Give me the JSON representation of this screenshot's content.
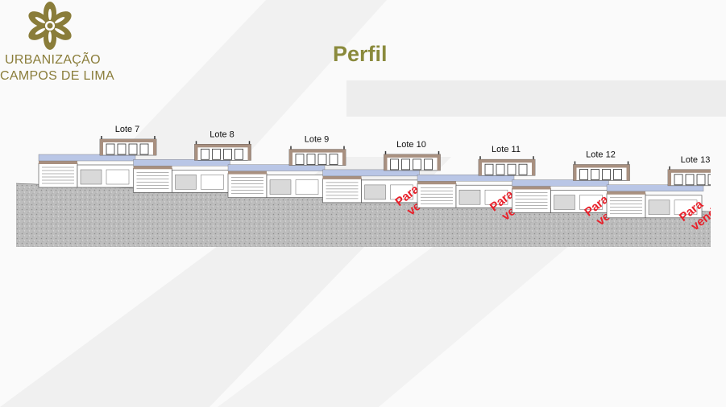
{
  "logo": {
    "line1": "URBANIZAÇÃO",
    "line2": "CAMPOS DE LIMA",
    "color": "#8a7d3a"
  },
  "title": "Perfil",
  "title_color": "#8a8a3c",
  "profile": {
    "lots": [
      {
        "label": "Lote 7",
        "for_sale": false
      },
      {
        "label": "Lote 8",
        "for_sale": false
      },
      {
        "label": "Lote 9",
        "for_sale": false
      },
      {
        "label": "Lote 10",
        "for_sale": true
      },
      {
        "label": "Lote 11",
        "for_sale": true
      },
      {
        "label": "Lote 12",
        "for_sale": true
      },
      {
        "label": "Lote 13",
        "for_sale": true
      }
    ],
    "sale_text_line1": "Para",
    "sale_text_line2": "venda",
    "sale_color": "#e8202a",
    "roof_color": "#b9c6e6",
    "wall_color": "#a89080",
    "terrain_color": "#b8b8b8"
  }
}
